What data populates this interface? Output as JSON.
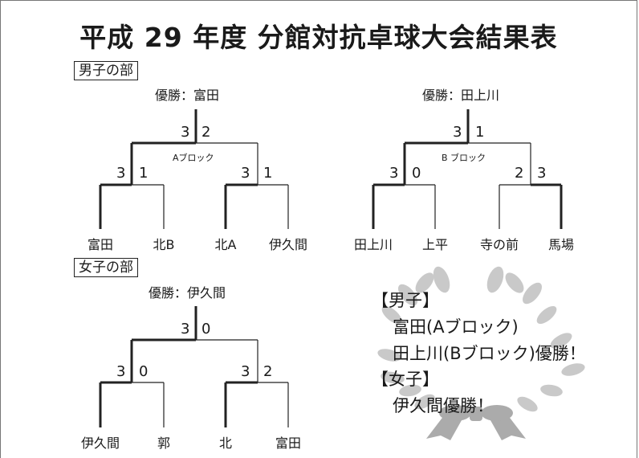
{
  "title": "平成 29 年度 分館対抗卓球大会結果表",
  "mens": {
    "label": "男子の部",
    "bracket_a": {
      "winner_text": "優勝：富田",
      "final_left_score": "3",
      "final_right_score": "2",
      "block_label": "Aブロック",
      "semi_left_left_score": "3",
      "semi_left_right_score": "1",
      "semi_right_left_score": "3",
      "semi_right_right_score": "1",
      "teams": [
        "富田",
        "北B",
        "北A",
        "伊久間"
      ]
    },
    "bracket_b": {
      "winner_text": "優勝：田上川",
      "final_left_score": "3",
      "final_right_score": "1",
      "block_label": "B ブロック",
      "semi_left_left_score": "3",
      "semi_left_right_score": "0",
      "semi_right_left_score": "2",
      "semi_right_right_score": "3",
      "teams": [
        "田上川",
        "上平",
        "寺の前",
        "馬場"
      ]
    }
  },
  "womens": {
    "label": "女子の部",
    "bracket": {
      "winner_text": "優勝：伊久間",
      "final_left_score": "3",
      "final_right_score": "0",
      "semi_left_left_score": "3",
      "semi_left_right_score": "0",
      "semi_right_left_score": "3",
      "semi_right_right_score": "2",
      "teams": [
        "伊久間",
        "郭",
        "北",
        "富田"
      ]
    }
  },
  "summary": {
    "mens_heading": "【男子】",
    "mens_line1": "富田(Aブロック)",
    "mens_line2": "田上川(Bブロック)優勝！",
    "womens_heading": "【女子】",
    "womens_line1": "伊久間優勝！"
  },
  "colors": {
    "laurel": "#c8c8c8",
    "laurel_dark": "#9a9a9a",
    "ribbon": "#b0b0b0"
  }
}
